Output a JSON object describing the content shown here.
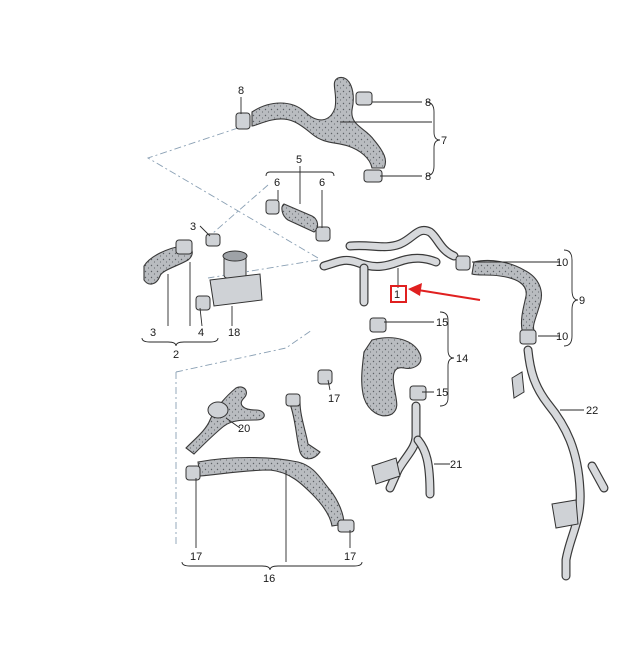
{
  "labels": {
    "p1": "1",
    "p2": "2",
    "p3a": "3",
    "p3b": "3",
    "p4": "4",
    "p5": "5",
    "p6a": "6",
    "p6b": "6",
    "p7": "7",
    "p8a": "8",
    "p8b": "8",
    "p8c": "8",
    "p9": "9",
    "p10a": "10",
    "p10b": "10",
    "p14": "14",
    "p15a": "15",
    "p15b": "15",
    "p16": "16",
    "p17a": "17",
    "p17b": "17",
    "p17c": "17",
    "p18": "18",
    "p20": "20",
    "p21": "21",
    "p22": "22"
  },
  "colors": {
    "highlight": "#e02020",
    "hose_fill": "#b9bcc0",
    "line": "#2a2a2a",
    "dash_line": "#8aa0b4"
  },
  "highlighted_part": "1"
}
